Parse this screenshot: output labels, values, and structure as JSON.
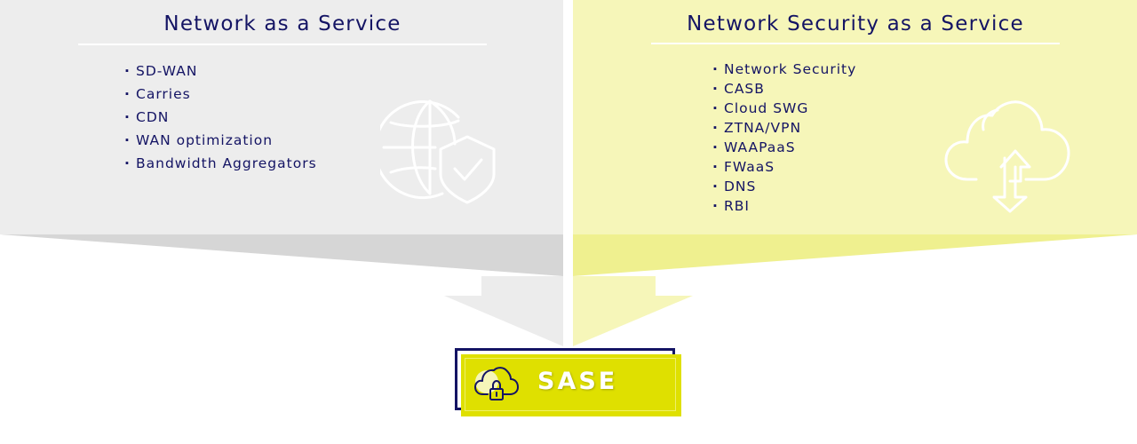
{
  "colors": {
    "left_panel": "#ededed",
    "left_band": "#d6d6d6",
    "right_panel": "#f6f6b9",
    "right_band": "#eff08f",
    "navy": "#141464",
    "sase_fill": "#dfe000"
  },
  "left": {
    "title": "Network as a Service",
    "items": [
      "SD-WAN",
      "Carries",
      "CDN",
      "WAN optimization",
      "Bandwidth Aggregators"
    ],
    "icon": "globe-shield-check-icon"
  },
  "right": {
    "title": "Network Security as a Service",
    "items": [
      "Network Security",
      "CASB",
      "Cloud SWG",
      "ZTNA/VPN",
      "WAAPaaS",
      "FWaaS",
      "DNS",
      "RBI"
    ],
    "icon": "cloud-upload-download-icon"
  },
  "sase": {
    "label": "SASE",
    "icon": "cloud-lock-icon"
  }
}
